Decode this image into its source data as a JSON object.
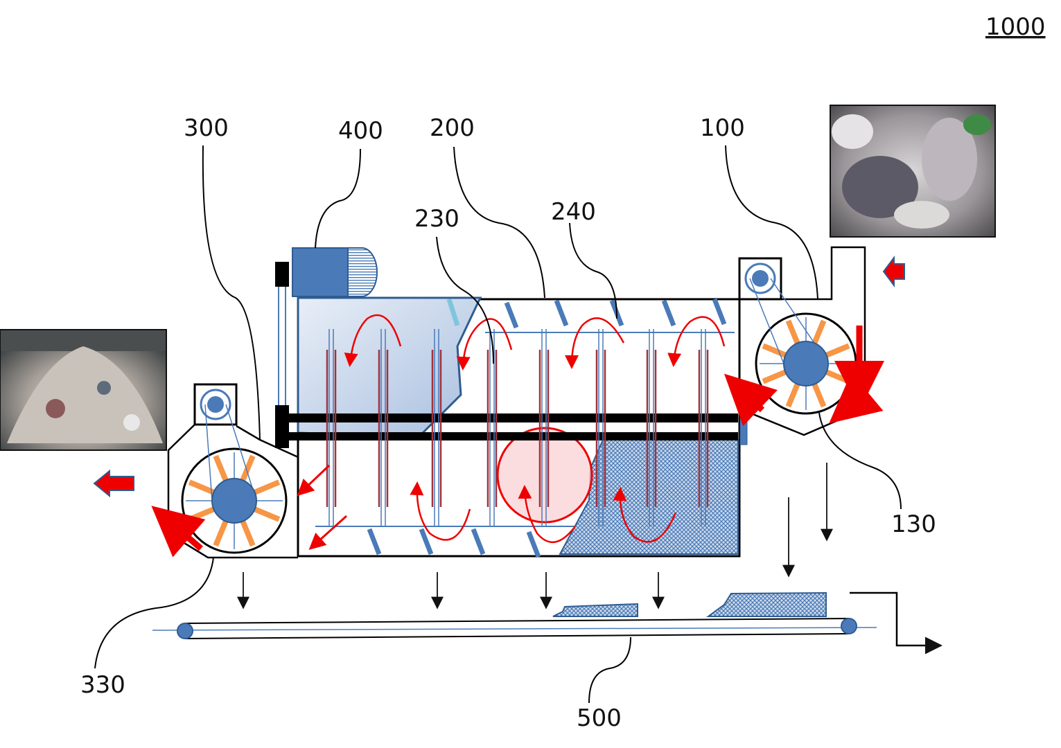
{
  "figure_label": "1000",
  "labels": {
    "l300": "300",
    "l400": "400",
    "l200": "200",
    "l100": "100",
    "l230": "230",
    "l240": "240",
    "l130": "130",
    "l330": "330",
    "l500": "500"
  },
  "colors": {
    "blue": "#4a7ab8",
    "dark_blue": "#2f5c91",
    "orange": "#f79646",
    "red": "#ff0000",
    "blade_red": "#a0323c",
    "pink": "#f9d2d4"
  }
}
